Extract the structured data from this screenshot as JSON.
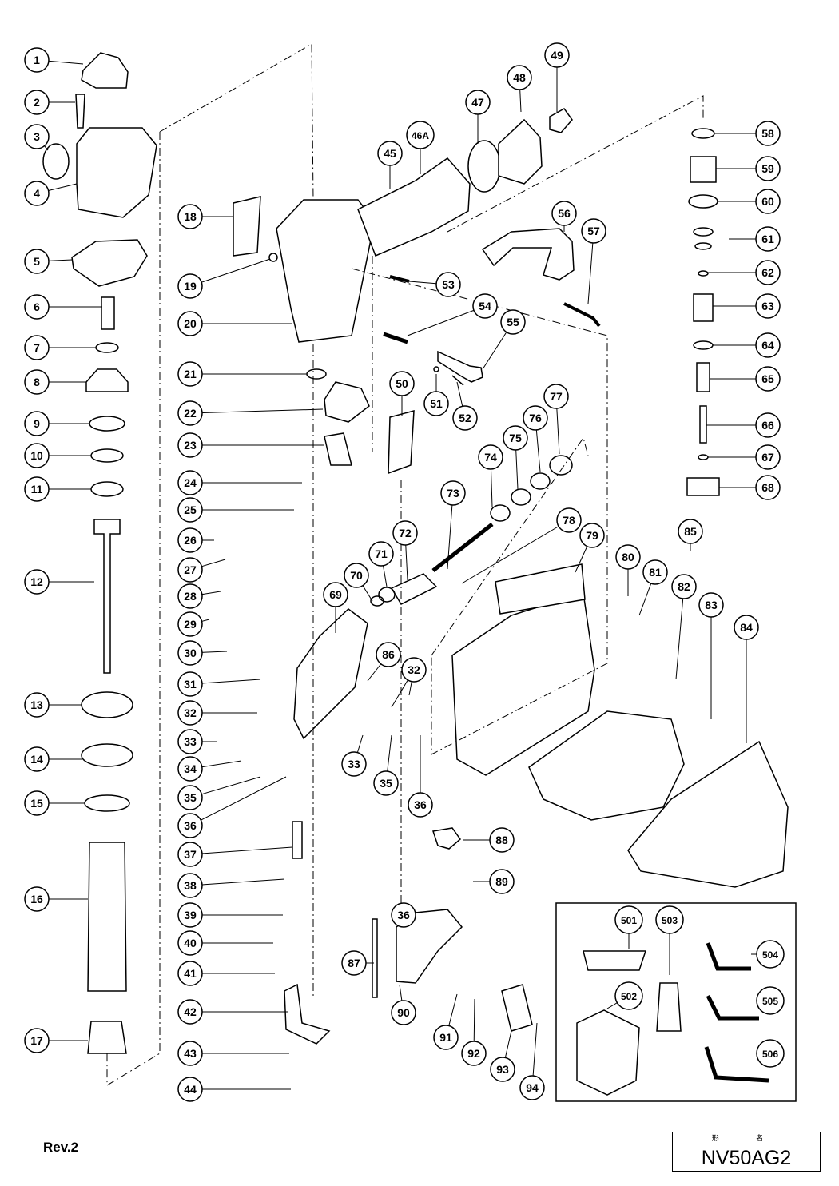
{
  "revision": "Rev.2",
  "model": {
    "header": "形 名",
    "name": "NV50AG2"
  },
  "callouts": [
    "1",
    "2",
    "3",
    "4",
    "5",
    "6",
    "7",
    "8",
    "9",
    "10",
    "11",
    "12",
    "13",
    "14",
    "15",
    "16",
    "17",
    "18",
    "19",
    "20",
    "21",
    "22",
    "23",
    "24",
    "25",
    "26",
    "27",
    "28",
    "29",
    "30",
    "31",
    "32",
    "32",
    "33",
    "33",
    "34",
    "35",
    "35",
    "36",
    "36",
    "36",
    "37",
    "38",
    "39",
    "40",
    "41",
    "42",
    "43",
    "44",
    "45",
    "46A",
    "47",
    "48",
    "49",
    "50",
    "51",
    "52",
    "53",
    "54",
    "55",
    "56",
    "57",
    "58",
    "59",
    "60",
    "61",
    "62",
    "63",
    "64",
    "65",
    "66",
    "67",
    "68",
    "69",
    "70",
    "71",
    "72",
    "73",
    "74",
    "75",
    "76",
    "77",
    "78",
    "79",
    "80",
    "81",
    "82",
    "83",
    "84",
    "85",
    "86",
    "87",
    "88",
    "89",
    "90",
    "91",
    "92",
    "93",
    "94",
    "501",
    "502",
    "503",
    "504",
    "505",
    "506"
  ]
}
